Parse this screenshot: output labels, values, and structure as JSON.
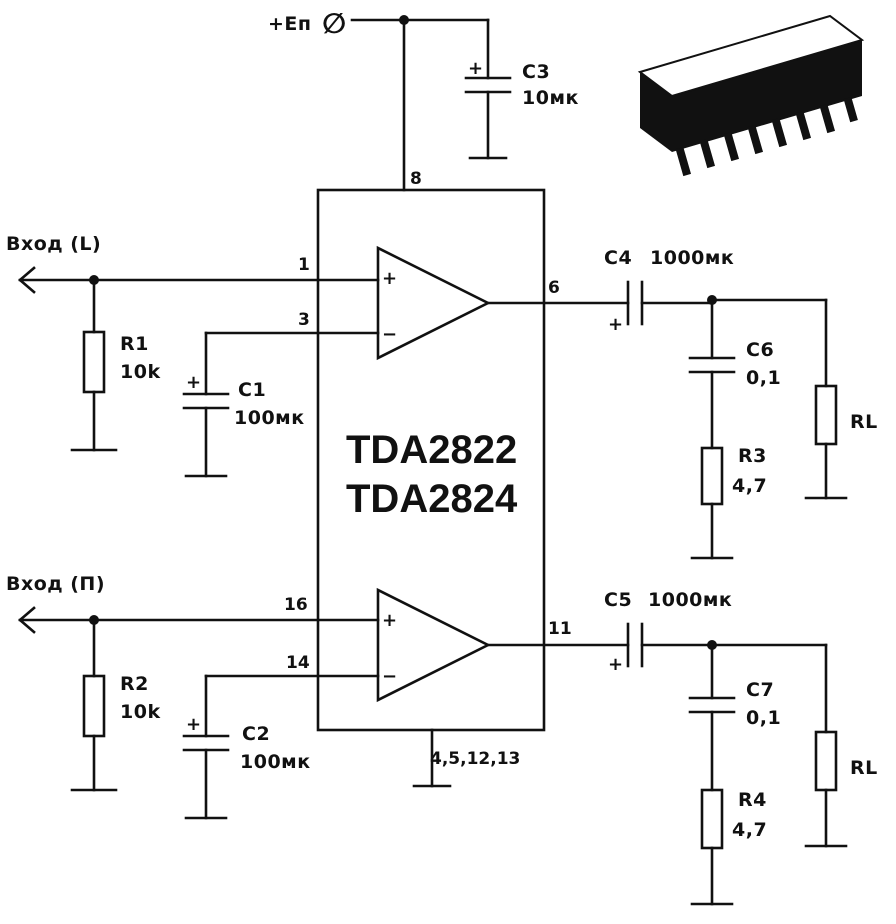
{
  "supply": {
    "label": "+Еп",
    "symbol": "∅"
  },
  "ic": {
    "line1": "TDA2822",
    "line2": "TDA2824"
  },
  "pins": {
    "p8": "8",
    "p1": "1",
    "p3": "3",
    "p6": "6",
    "p16": "16",
    "p14": "14",
    "p11": "11",
    "gnd": "4,5,12,13"
  },
  "inputs": {
    "left": "Вход (L)",
    "right": "Вход (П)"
  },
  "components": {
    "r1": {
      "name": "R1",
      "value": "10k"
    },
    "r2": {
      "name": "R2",
      "value": "10k"
    },
    "c1": {
      "name": "C1",
      "value": "100мк"
    },
    "c2": {
      "name": "C2",
      "value": "100мк"
    },
    "c3": {
      "name": "C3",
      "value": "10мк"
    },
    "c4": {
      "name": "C4",
      "value": "1000мк"
    },
    "c5": {
      "name": "C5",
      "value": "1000мк"
    },
    "c6": {
      "name": "C6",
      "value": "0,1"
    },
    "c7": {
      "name": "C7",
      "value": "0,1"
    },
    "r3": {
      "name": "R3",
      "value": "4,7"
    },
    "r4": {
      "name": "R4",
      "value": "4,7"
    },
    "rl_top": "RL",
    "rl_bottom": "RL"
  },
  "signs": {
    "plus": "+",
    "minus": "−"
  }
}
